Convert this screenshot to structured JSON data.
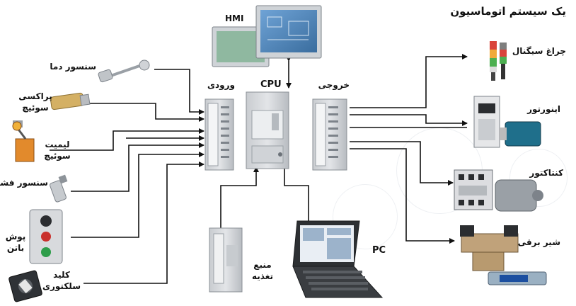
{
  "title": "یک سیستم اتوماسیون",
  "plc": {
    "input_label": "ورودی",
    "cpu_label": "CPU",
    "output_label": "خروجی"
  },
  "hmi": {
    "label": "HMI"
  },
  "pc": {
    "label": "PC"
  },
  "power_supply": {
    "line1": "منبع",
    "line2": "تغذیه"
  },
  "inputs": [
    {
      "name": "temp-sensor",
      "lines": [
        "سنسور دما"
      ]
    },
    {
      "name": "proximity-switch",
      "lines": [
        "پراکسی",
        "سوئیچ"
      ]
    },
    {
      "name": "limit-switch",
      "lines": [
        "لیمیت",
        "سوئیچ"
      ]
    },
    {
      "name": "pressure-sensor",
      "lines": [
        "سنسور فشار"
      ]
    },
    {
      "name": "push-button",
      "lines": [
        "پوش",
        "باتن"
      ]
    },
    {
      "name": "selector-switch",
      "lines": [
        "کلید",
        "سلکتوری"
      ]
    }
  ],
  "outputs": [
    {
      "name": "signal-lamp",
      "lines": [
        "چراغ سیگنال"
      ]
    },
    {
      "name": "inverter",
      "lines": [
        "اینورتور"
      ]
    },
    {
      "name": "contactor",
      "lines": [
        "کنتاکتور"
      ]
    },
    {
      "name": "solenoid-valve",
      "lines": [
        "شیر برقی"
      ]
    }
  ],
  "colors": {
    "wire": "#111111",
    "module": "#d7dadd",
    "module_dark": "#a9adb2",
    "screen": "#5a8fc2"
  }
}
